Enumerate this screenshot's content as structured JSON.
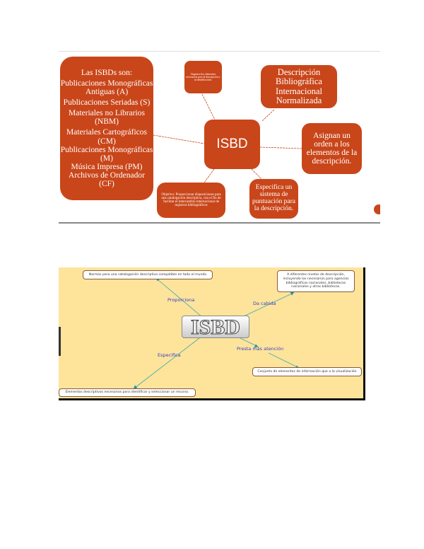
{
  "figure1": {
    "center": "ISBD",
    "types_title": "Las ISBDs son:",
    "types": [
      "Publicaciones Monográficas Antiguas (A)",
      "Publicaciones Seriadas (S)",
      "Materiales no Librarios (NBM)",
      "Materiales Cartográficos (CM)",
      "Publicaciones Monográficas (M)",
      "Música Impresa (PM)",
      "Archivos de Ordenador (CF)"
    ],
    "small_top": "Organiza los elementos necesarios para la descripción y la identificación.",
    "meaning": "Descripción Bibliográfica Internacional Normalizada",
    "order": "Asignan un orden a los elementos de la descripción.",
    "punctuation": "Especifica un sistema de puntuación para la descripción.",
    "objective": "Objetivo: Proporcionar disposiciones para una catalogación descriptiva, con el fin de facilitar el intercambio internacional de registros bibliográficos",
    "accent": "#c9461a"
  },
  "figure2": {
    "center": "ISBD",
    "nodes": {
      "normas": "Normas para una catalogación descriptiva compatible en todo el mundo",
      "niveles": "A diferentes niveles de descripción, incluyendo los necesarios para agencias bibliográficas nacionales, bibliotecas nacionales y otras bibliotecas.",
      "conjunto": "Conjunto de elementos de información que a la visualización",
      "elementos": "Elementos descriptivos necesarios para identificar y seleccionar un recurso."
    },
    "links": {
      "proporciona": "Proporciona",
      "da_cabida": "Da cabida",
      "especifica": "Especifica",
      "presta": "Presta más atención"
    },
    "background": "#fde49a"
  }
}
